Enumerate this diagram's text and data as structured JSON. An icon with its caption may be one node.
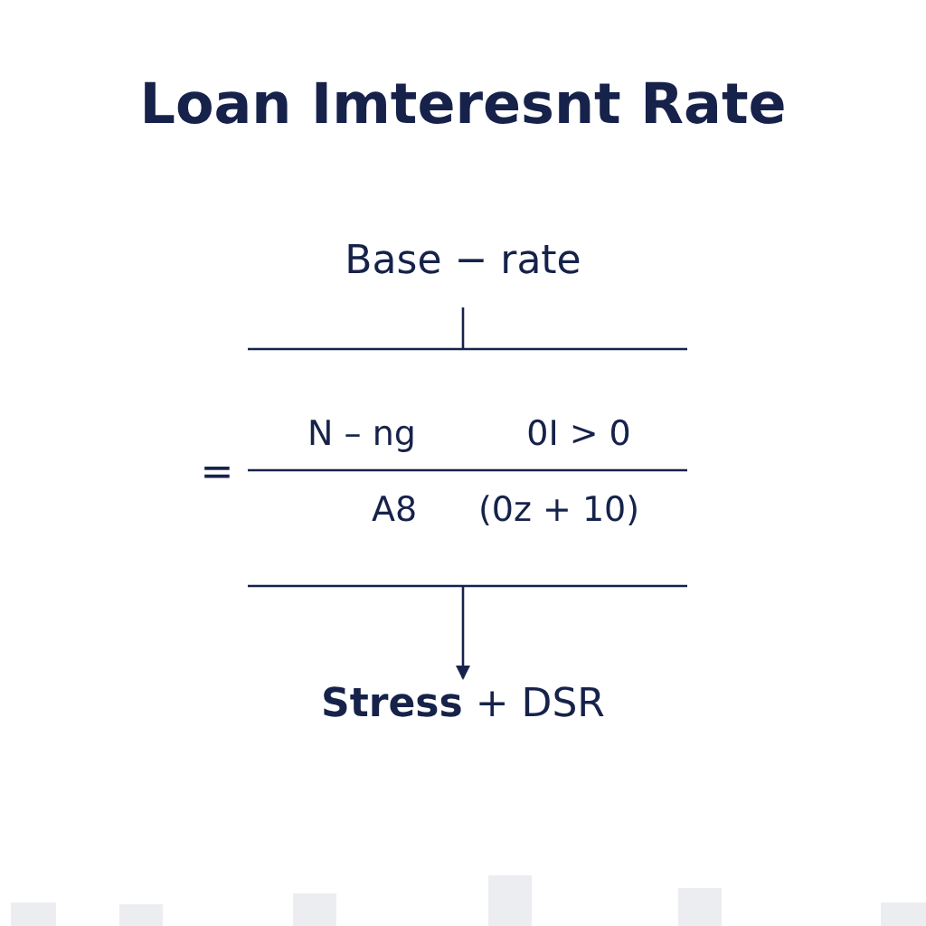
{
  "diagram": {
    "title": "Loan Imteresnt Rate",
    "nodes": [
      {
        "text": [
          "Base − rate"
        ]
      },
      {
        "text": [
          "**Stress** + DSR"
        ]
      }
    ],
    "edges": [
      {
        "from": null,
        "to": 1,
        "arrow": "to"
      }
    ],
    "labels": [
      "N – ng",
      "0I > 0",
      "=",
      "A8",
      "(0z + 10)"
    ]
  }
}
